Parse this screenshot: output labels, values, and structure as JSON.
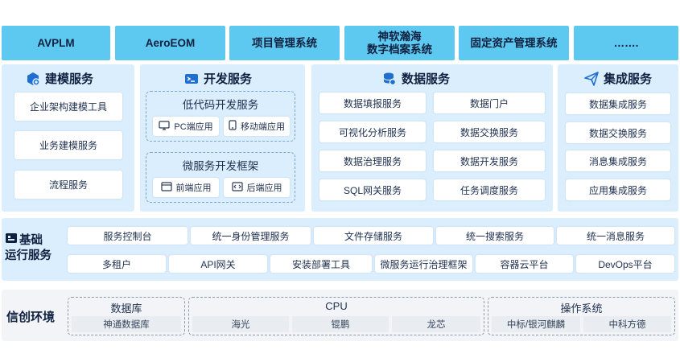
{
  "systems": [
    "AVPLM",
    "AeroEOM",
    "项目管理系统",
    "神软瀚海\n数字档案系统",
    "固定资产管理系统",
    "……."
  ],
  "modeling": {
    "title": "建模服务",
    "items": [
      "企业架构建模工具",
      "业务建模服务",
      "流程服务"
    ]
  },
  "dev": {
    "title": "开发服务",
    "lowcode": {
      "title": "低代码开发服务",
      "items": [
        "PC端应用",
        "移动端应用"
      ]
    },
    "micro": {
      "title": "微服务开发框架",
      "items": [
        "前端应用",
        "后端应用"
      ]
    }
  },
  "data": {
    "title": "数据服务",
    "items": [
      "数据填报服务",
      "数据门户",
      "可视化分析服务",
      "数据交换服务",
      "数据治理服务",
      "数据开发服务",
      "SQL网关服务",
      "任务调度服务"
    ]
  },
  "integration": {
    "title": "集成服务",
    "items": [
      "数据集成服务",
      "数据交换服务",
      "消息集成服务",
      "应用集成服务"
    ]
  },
  "base": {
    "title_line1": "基础",
    "title_line2": "运行服务",
    "row1": [
      "服务控制台",
      "统一身份管理服务",
      "文件存储服务",
      "统一搜索服务",
      "统一消息服务"
    ],
    "row2": [
      "多租户",
      "API网关",
      "安装部署工具",
      "微服务运行治理框架",
      "容器云平台",
      "DevOps平台"
    ]
  },
  "env": {
    "title": "信创环境",
    "db": {
      "title": "数据库",
      "items": [
        "神通数据库"
      ]
    },
    "cpu": {
      "title": "CPU",
      "items": [
        "海光",
        "锟鹏",
        "龙芯"
      ]
    },
    "os": {
      "title": "操作系统",
      "items": [
        "中标/银河麒麟",
        "中科方德"
      ]
    }
  },
  "colors": {
    "top_bar": "#5ec9f0",
    "panel": "#dbeefd",
    "accent": "#1f6fd1"
  }
}
